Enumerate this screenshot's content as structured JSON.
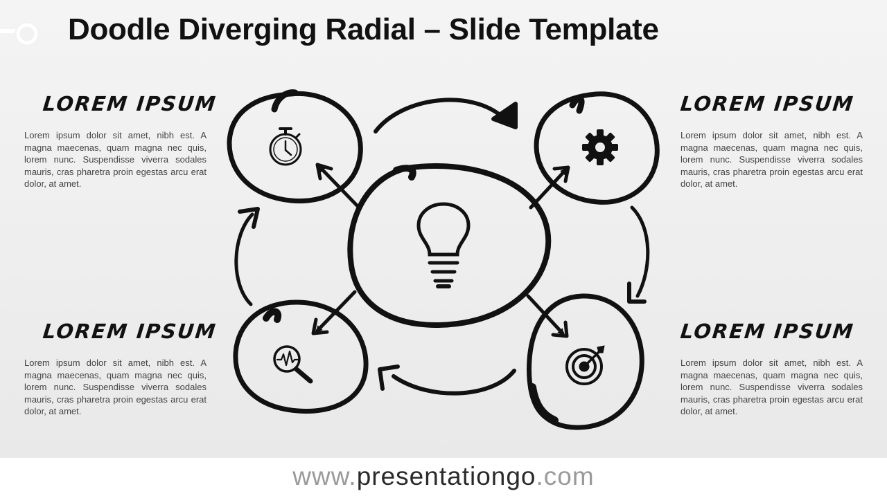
{
  "title": "Doodle Diverging Radial – Slide Template",
  "center": {
    "icon": "lightbulb-icon"
  },
  "items": [
    {
      "heading": "LOREM IPSUM",
      "text": "Lorem ipsum dolor sit amet, nibh est. A magna maecenas, quam magna nec quis, lorem nunc. Suspendisse viverra sodales mauris, cras pharetra proin egestas arcu erat dolor, at amet.",
      "icon": "stopwatch-icon"
    },
    {
      "heading": "LOREM IPSUM",
      "text": "Lorem ipsum dolor sit amet, nibh est. A magna maecenas, quam magna nec quis, lorem nunc. Suspendisse viverra sodales mauris, cras pharetra proin egestas arcu erat dolor, at amet.",
      "icon": "gear-icon"
    },
    {
      "heading": "LOREM IPSUM",
      "text": "Lorem ipsum dolor sit amet, nibh est. A magna maecenas, quam magna nec quis, lorem nunc. Suspendisse viverra sodales mauris, cras pharetra proin egestas arcu erat dolor, at amet.",
      "icon": "analysis-magnifier-icon"
    },
    {
      "heading": "LOREM IPSUM",
      "text": "Lorem ipsum dolor sit amet, nibh est. A magna maecenas, quam magna nec quis, lorem nunc. Suspendisse viverra sodales mauris, cras pharetra proin egestas arcu erat dolor, at amet.",
      "icon": "target-icon"
    }
  ],
  "footer": {
    "url_prefix": "www.",
    "url_domain": "presentationgo",
    "url_suffix": ".com"
  },
  "colors": {
    "ink": "#111111",
    "body_text": "#444444",
    "url_gray": "#9a9a9a",
    "background": "#eeeeee"
  }
}
